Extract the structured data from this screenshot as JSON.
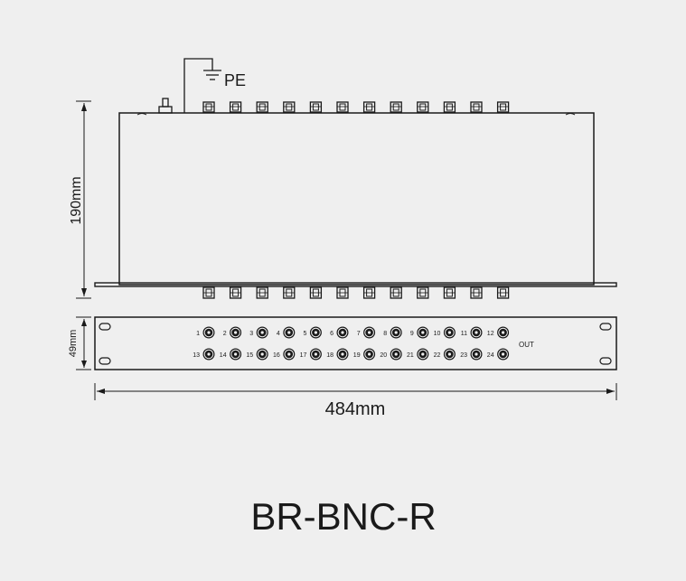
{
  "dimensions": {
    "height_top": "190mm",
    "height_front": "49mm",
    "width": "484mm"
  },
  "ground_label": "PE",
  "output_label": "OUT",
  "model": "BR-BNC-R",
  "ports_row1": [
    "1",
    "2",
    "3",
    "4",
    "5",
    "6",
    "7",
    "8",
    "9",
    "10",
    "11",
    "12"
  ],
  "ports_row2": [
    "13",
    "14",
    "15",
    "16",
    "17",
    "18",
    "19",
    "20",
    "21",
    "22",
    "23",
    "24"
  ]
}
